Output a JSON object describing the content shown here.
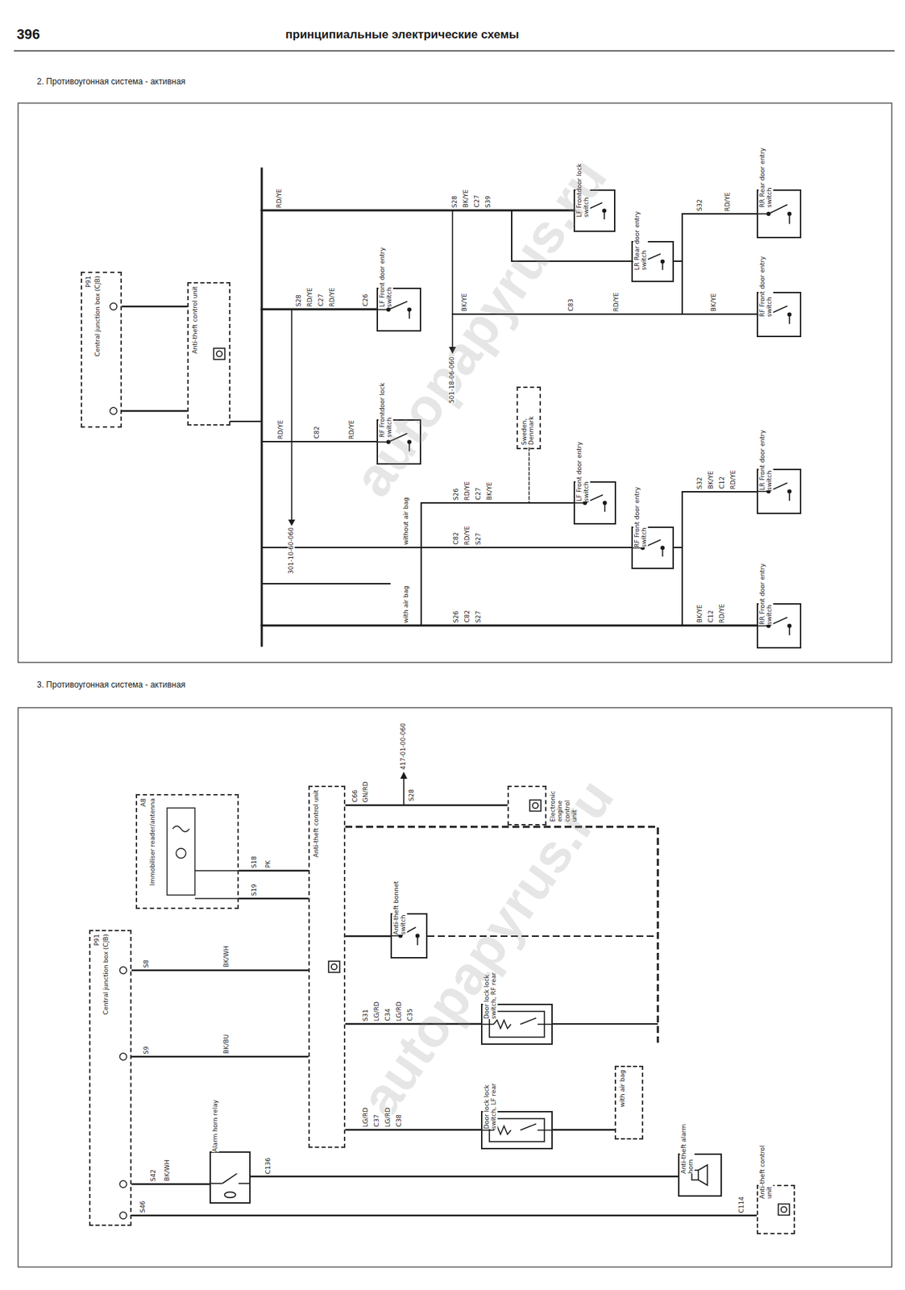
{
  "diagram": {
    "nodes": [
      {
        "text": [
          "P91",
          "Central junction box (CJB)"
        ]
      },
      {
        "text": [
          "Anti-theft control unit"
        ]
      },
      {
        "text": [
          "LF Front door entry switch"
        ]
      },
      {
        "text": [
          "RF Frontdoor lock switch"
        ]
      },
      {
        "text": [
          "LF Frontdoor lock switch"
        ]
      },
      {
        "text": [
          "LR Rear door entry switch"
        ]
      },
      {
        "text": [
          "RR Rear door entry switch"
        ]
      },
      {
        "text": [
          "RF Front door entry switch"
        ]
      },
      {
        "text": [
          "LF Front door entry switch"
        ]
      },
      {
        "text": [
          "RF Front door entry switch"
        ]
      },
      {
        "text": [
          "LR Front door entry switch"
        ]
      },
      {
        "text": [
          "RR Front door entry switch"
        ]
      },
      {
        "text": [
          "Sweden, Denmark"
        ]
      },
      {
        "text": [
          "A8",
          "Immobiliser reader/antenna"
        ]
      },
      {
        "text": [
          "P91",
          "Central junction box (CJB)"
        ]
      },
      {
        "text": [
          "Anti-theft control unit"
        ]
      },
      {
        "text": [
          "Electronic engine control unit"
        ]
      },
      {
        "text": [
          "Anti-theft bonnet switch"
        ]
      },
      {
        "text": [
          "Door lock lock switch, RF rear"
        ]
      },
      {
        "text": [
          "Door lock lock switch, LF rear"
        ]
      },
      {
        "text": [
          "with air bag"
        ]
      },
      {
        "text": [
          "Alarm horn relay"
        ]
      },
      {
        "text": [
          "Anti-theft alarm horn"
        ]
      },
      {
        "text": [
          "Anti-theft control unit"
        ]
      }
    ],
    "edges": [
      {
        "from": 0,
        "to": 1,
        "arrow": "none"
      },
      {
        "from": 0,
        "to": 1,
        "arrow": "none"
      },
      {
        "from": 13,
        "to": 15,
        "arrow": "none"
      },
      {
        "from": 13,
        "to": 15,
        "arrow": "none"
      },
      {
        "from": 14,
        "to": 15,
        "arrow": "none"
      },
      {
        "from": 14,
        "to": 15,
        "arrow": "none"
      },
      {
        "from": 15,
        "to": 16,
        "arrow": "none"
      },
      {
        "from": 15,
        "to": 17,
        "arrow": "none"
      },
      {
        "from": 15,
        "to": 18,
        "arrow": "none"
      },
      {
        "from": 15,
        "to": 19,
        "arrow": "none"
      },
      {
        "from": 19,
        "to": 20,
        "arrow": "none"
      },
      {
        "from": 14,
        "to": 21,
        "arrow": "none"
      },
      {
        "from": 21,
        "to": 22,
        "arrow": "none"
      },
      {
        "from": 14,
        "to": 23,
        "arrow": "none"
      }
    ],
    "labels": [
      "396",
      "принципиальные электрические схемы",
      "2. Противоугонная система - активная",
      "3. Противоугонная система - активная",
      "autopapyrus.ru",
      "autopapyrus.ru",
      "S28",
      "BK/YE",
      "C27",
      "S39",
      "RD/YE",
      "S28",
      "RD/YE",
      "C27",
      "RD/YE",
      "C26",
      "RD/YE",
      "C82",
      "RD/YE",
      "BK/YE",
      "C83",
      "RD/YE",
      "BK/YE",
      "S32",
      "RD/YE",
      "501-18-06-060",
      "301-10-60-060",
      "S26",
      "RD/YE",
      "C27",
      "BK/YE",
      "C82",
      "RD/YE",
      "S27",
      "S26",
      "C82",
      "S27",
      "with air bag",
      "without air bag",
      "S32",
      "BK/YE",
      "C12",
      "RD/YE",
      "BK/YE",
      "C12",
      "RD/YE",
      "C66",
      "GN/RD",
      "S28",
      "417-01-00-060",
      "S8",
      "BK/WH",
      "S9",
      "BK/BU",
      "S18",
      "PK",
      "S19",
      "S31",
      "LG/RD",
      "C34",
      "LG/RD",
      "C35",
      "LG/RD",
      "C37",
      "LG/RD",
      "C38",
      "S42",
      "BK/WH",
      "C136",
      "S46",
      "C114"
    ]
  }
}
